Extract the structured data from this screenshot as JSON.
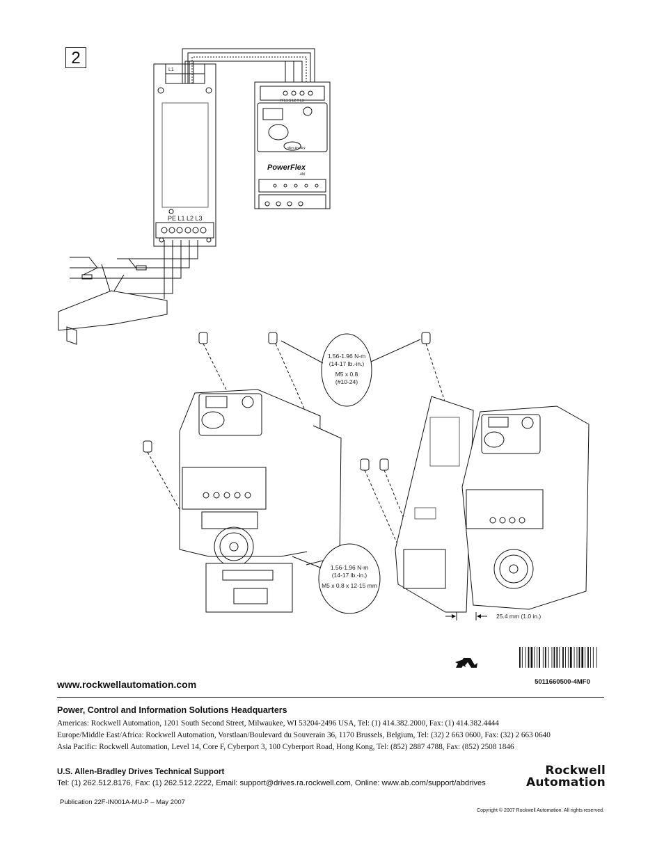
{
  "step_number": "2",
  "diagram": {
    "filter_terminals": "PE L1 L2 L3",
    "filter_top_label": "L1",
    "drive_brand": "PowerFlex",
    "drive_model": "4M",
    "drive_terminals": "R L1  S L2  T L3",
    "keypad_brand": "Allen-Bradley",
    "torque_spec_top": [
      "1.56-1.96 N-m",
      "(14-17 lb.-in.)",
      "M5 x 0.8",
      "(#10-24)"
    ],
    "torque_spec_bottom": [
      "1.56-1.96 N-m",
      "(14-17 lb.-in.)",
      "M5 x 0.8 x 12-15 mm"
    ],
    "clearance": "25.4 mm (1.0 in.)"
  },
  "barcode_number": "5011660500-4MF0",
  "recycle_icon": "recycle-icon",
  "website": "www.rockwellautomation.com",
  "hq_title": "Power, Control and Information Solutions Headquarters",
  "addresses": {
    "americas": "Americas: Rockwell Automation, 1201 South Second Street, Milwaukee, WI 53204-2496 USA, Tel: (1) 414.382.2000, Fax: (1)  414.382.4444",
    "europe": "Europe/Middle East/Africa: Rockwell Automation, Vorstlaan/Boulevard du Souverain 36, 1170 Brussels, Belgium, Tel: (32) 2 663 0600, Fax: (32) 2 663 0640",
    "asia": "Asia Pacific: Rockwell Automation, Level 14, Core F, Cyberport 3, 100 Cyberport Road, Hong Kong, Tel: (852) 2887 4788, Fax: (852) 2508 1846"
  },
  "support_title": "U.S. Allen-Bradley Drives Technical Support",
  "support_contact": "Tel: (1) 262.512.8176, Fax: (1) 262.512.2222, Email: support@drives.ra.rockwell.com, Online: www.ab.com/support/abdrives",
  "logo_line1": "Rockwell",
  "logo_line2": "Automation",
  "publication": "Publication 22F-IN001A-MU-P – May 2007",
  "copyright": "Copyright © 2007 Rockwell Automation. All rights reserved."
}
